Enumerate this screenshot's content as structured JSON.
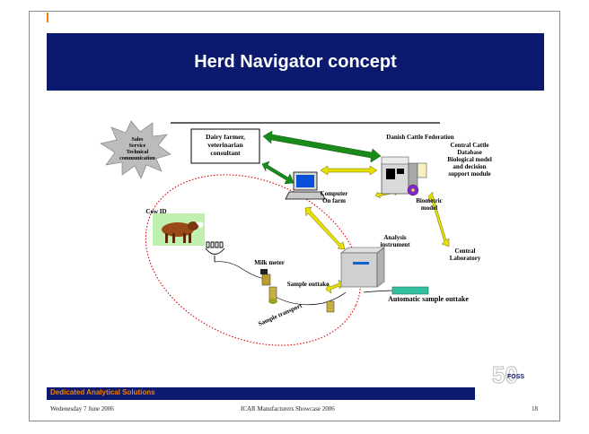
{
  "title": "Herd Navigator concept",
  "labels": {
    "sales": "Sales\nService\nTechnical\ncommunication",
    "farmer": "Dairy farmer,\nveterinarian\nconsultant",
    "federation": "Danish Cattle Federation",
    "central_db": "Central Cattle\nDatabase\nBiological model\nand decision\nsupport module",
    "computer": "Computer\nOn farm",
    "biometric": "Biometric\nmodel",
    "cow_id": "Cow ID",
    "analysis": "Analysis\ninstrument",
    "central_lab": "Central\nLaboratory",
    "milk_meter": "Milk meter",
    "sample_outtake": "Sample outtake",
    "auto_outtake": "Automatic sample outtake",
    "sample_transport": "Sample transport"
  },
  "footer": {
    "bar_text": "Dedicated Analytical Solutions",
    "date": "Wedenesday 7 June 2006",
    "event": "ICAR Manufacturers Showcase 2006",
    "page": "18",
    "logo": "FOSS",
    "logo_number": "50"
  }
}
